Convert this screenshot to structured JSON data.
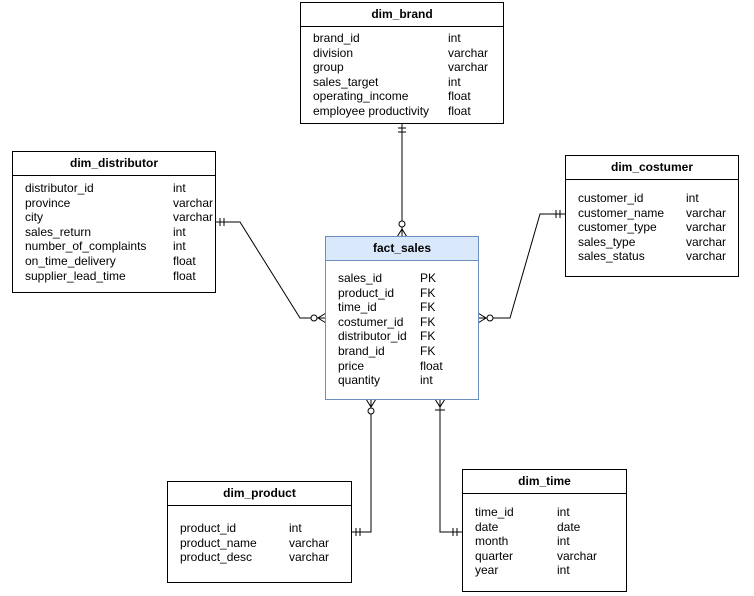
{
  "colors": {
    "line": "#000000",
    "fact_fill": "#ffffff",
    "fact_header": "#dae8fc",
    "fact_border": "#6c8ebf"
  },
  "entities": {
    "dim_brand": {
      "title": "dim_brand",
      "columns": [
        {
          "name": "brand_id",
          "type": "int"
        },
        {
          "name": "division",
          "type": "varchar"
        },
        {
          "name": "group",
          "type": "varchar"
        },
        {
          "name": "sales_target",
          "type": "int"
        },
        {
          "name": "operating_income",
          "type": "float"
        },
        {
          "name": "employee productivity",
          "type": "float"
        }
      ]
    },
    "dim_distributor": {
      "title": "dim_distributor",
      "columns": [
        {
          "name": "distributor_id",
          "type": "int"
        },
        {
          "name": "province",
          "type": "varchar"
        },
        {
          "name": "city",
          "type": "varchar"
        },
        {
          "name": "sales_return",
          "type": "int"
        },
        {
          "name": "number_of_complaints",
          "type": "int"
        },
        {
          "name": "on_time_delivery",
          "type": "float"
        },
        {
          "name": "supplier_lead_time",
          "type": "float"
        }
      ]
    },
    "dim_costumer": {
      "title": "dim_costumer",
      "columns": [
        {
          "name": "customer_id",
          "type": "int"
        },
        {
          "name": "customer_name",
          "type": "varchar"
        },
        {
          "name": "customer_type",
          "type": "varchar"
        },
        {
          "name": "sales_type",
          "type": "varchar"
        },
        {
          "name": "sales_status",
          "type": "varchar"
        }
      ]
    },
    "fact_sales": {
      "title": "fact_sales",
      "columns": [
        {
          "name": "sales_id",
          "type": "PK"
        },
        {
          "name": "product_id",
          "type": "FK"
        },
        {
          "name": "time_id",
          "type": "FK"
        },
        {
          "name": "costumer_id",
          "type": "FK"
        },
        {
          "name": "distributor_id",
          "type": "FK"
        },
        {
          "name": "brand_id",
          "type": "FK"
        },
        {
          "name": "price",
          "type": "float"
        },
        {
          "name": "quantity",
          "type": "int"
        }
      ]
    },
    "dim_product": {
      "title": "dim_product",
      "columns": [
        {
          "name": "product_id",
          "type": "int"
        },
        {
          "name": "product_name",
          "type": "varchar"
        },
        {
          "name": "product_desc",
          "type": "varchar"
        }
      ]
    },
    "dim_time": {
      "title": "dim_time",
      "columns": [
        {
          "name": "time_id",
          "type": "int"
        },
        {
          "name": "date",
          "type": "date"
        },
        {
          "name": "month",
          "type": "int"
        },
        {
          "name": "quarter",
          "type": "varchar"
        },
        {
          "name": "year",
          "type": "int"
        }
      ]
    }
  },
  "relationships": [
    {
      "from": "dim_brand",
      "to": "fact_sales",
      "from_end": "one",
      "to_end": "zero-or-many"
    },
    {
      "from": "dim_distributor",
      "to": "fact_sales",
      "from_end": "one",
      "to_end": "zero-or-many"
    },
    {
      "from": "dim_costumer",
      "to": "fact_sales",
      "from_end": "one",
      "to_end": "zero-or-many"
    },
    {
      "from": "dim_product",
      "to": "fact_sales",
      "from_end": "one",
      "to_end": "zero-or-many"
    },
    {
      "from": "dim_time",
      "to": "fact_sales",
      "from_end": "one",
      "to_end": "one-or-many"
    }
  ]
}
